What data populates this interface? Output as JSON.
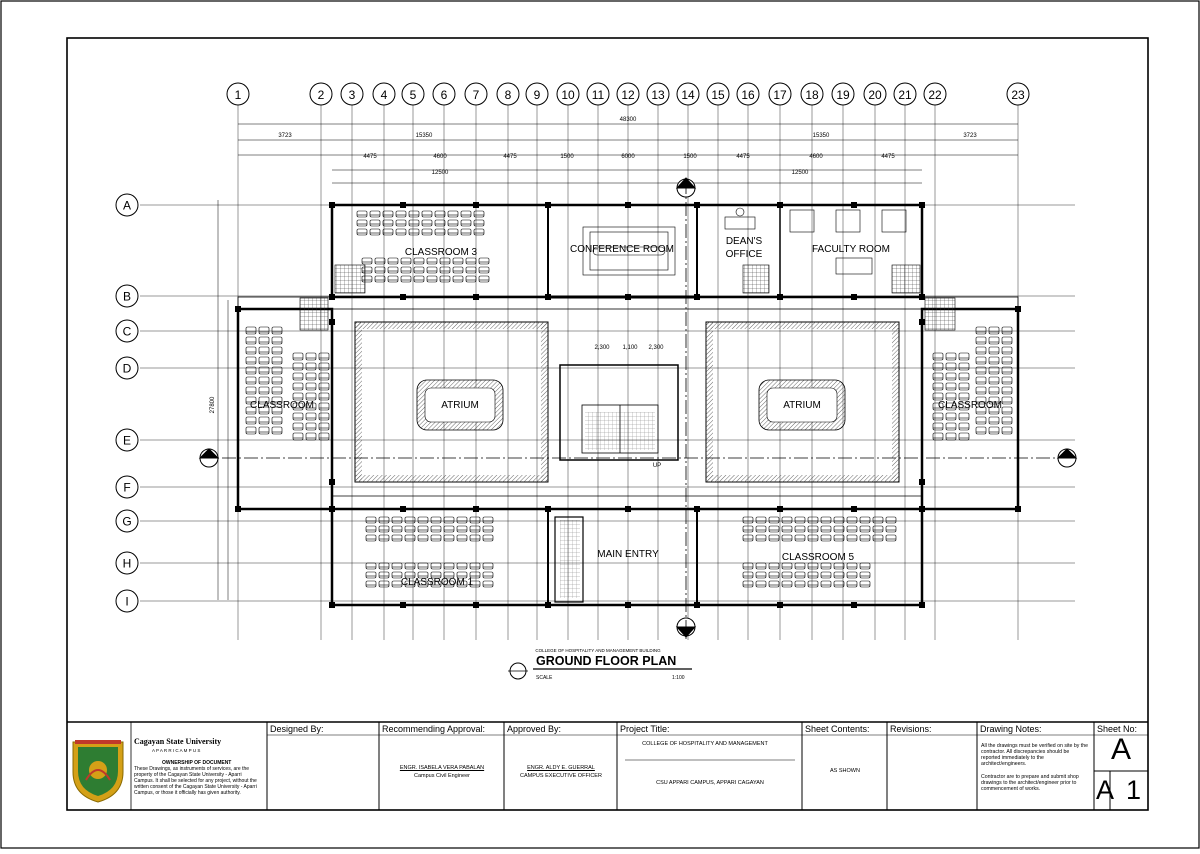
{
  "grid_columns": [
    "1",
    "2",
    "3",
    "4",
    "5",
    "6",
    "7",
    "8",
    "9",
    "10",
    "11",
    "12",
    "13",
    "14",
    "15",
    "16",
    "17",
    "18",
    "19",
    "20",
    "21",
    "22",
    "23"
  ],
  "grid_rows": [
    "A",
    "B",
    "C",
    "D",
    "E",
    "F",
    "G",
    "H",
    "I"
  ],
  "dimensions": {
    "overall": "48300",
    "left_wing": "15350",
    "right_wing": "15350",
    "end_left": "3723",
    "end_right": "3723",
    "bay_a": "4475",
    "bay_b": "4600",
    "bay_c": "4475",
    "bay_d": "1500",
    "bay_e": "6000",
    "bay_f": "1500",
    "bay_g": "4475",
    "bay_h": "4600",
    "bay_i": "4475",
    "stair_a": "2,300",
    "stair_b": "1,100",
    "stair_c": "2,300",
    "sub_left": "12500",
    "sub_right": "12500",
    "vertical_total": "27800"
  },
  "rooms": {
    "classroom3": "CLASSROOM 3",
    "conference": "CONFERENCE ROOM",
    "deans_office_1": "DEAN'S",
    "deans_office_2": "OFFICE",
    "faculty": "FACULTY ROOM",
    "atrium_left": "ATRIUM",
    "atrium_right": "ATRIUM",
    "classroom_left": "CLASSROOM",
    "classroom_right": "CLASSROOM",
    "classroom1": "CLASSROOM 1",
    "main_entry": "MAIN ENTRY",
    "classroom5": "CLASSROOM 5",
    "up_label": "UP"
  },
  "plan_title": {
    "caption": "COLLEGE OF HOSPITALITY AND MANAGEMENT BUILDING",
    "title": "GROUND  FLOOR PLAN",
    "scale_label": "SCALE",
    "scale_value": "1:100"
  },
  "title_block": {
    "university": "Cagayan State University",
    "university_sub": "A P A R R I   C A M P U S",
    "notice_heading": "OWNERSHIP OF DOCUMENT",
    "notice": "These Drawings, as instruments of services, are the property of the Cagayan State University - Aparri Campus. It shall be selected for any project, without the written consent of the Cagayan State University - Aparri Campus, or those it officially has given authority.",
    "designed_by_label": "Designed By:",
    "recommending_label": "Recommending Approval:",
    "recommending_name": "ENGR. ISABELA VERA PABALAN",
    "recommending_title": "Campus Civil Engineer",
    "approved_label": "Approved By:",
    "approved_name": "ENGR. ALDY E. GUERRAL",
    "approved_title": "CAMPUS EXECUTIVE OFFICER",
    "project_label": "Project Title:",
    "project_name": "COLLEGE OF HOSPITALITY AND MANAGEMENT",
    "project_location": "CSU APPARI CAMPUS, APPARI CAGAYAN",
    "contents_label": "Sheet Contents:",
    "contents_value": "AS SHOWN",
    "revisions_label": "Revisions:",
    "notes_label": "Drawing Notes:",
    "note1": "All the drawings must be verified on site by the contractor. All discrepancies should be reported immediately to the architect/engineers.",
    "note2": "Contractor are to prepare and submit shop drawings to the architect/engineer prior to commencement of works.",
    "sheet_label": "Sheet No:",
    "sheet_letter": "A",
    "sheet_number": "A 1"
  },
  "colors": {
    "ink": "#000000",
    "hatch": "#444444",
    "logo_green": "#2e7d32",
    "logo_gold": "#d4a017",
    "logo_red": "#c0392b"
  }
}
